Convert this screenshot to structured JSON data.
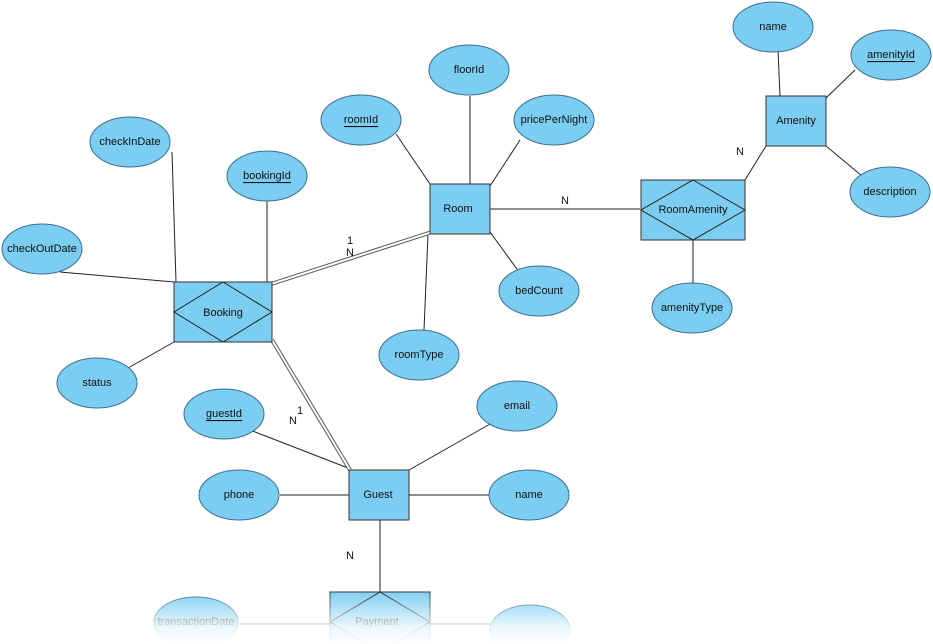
{
  "colors": {
    "fill": "#7ccdf2",
    "stroke": "#333333",
    "background": "#ffffff"
  },
  "entities": {
    "room": "Room",
    "amenity": "Amenity",
    "guest": "Guest"
  },
  "relationships": {
    "booking": "Booking",
    "room_amenity": "RoomAmenity",
    "payment": "Payment"
  },
  "attributes": {
    "room": {
      "room_id": "roomId",
      "floor_id": "floorId",
      "price_per_night": "pricePerNight",
      "bed_count": "bedCount",
      "room_type": "roomType"
    },
    "amenity": {
      "name": "name",
      "amenity_id": "amenityId",
      "description": "description"
    },
    "room_amenity": {
      "amenity_type": "amenityType"
    },
    "booking": {
      "check_in_date": "checkInDate",
      "booking_id": "bookingId",
      "check_out_date": "checkOutDate",
      "status": "status"
    },
    "guest": {
      "guest_id": "guestId",
      "email": "email",
      "phone": "phone",
      "name": "name"
    },
    "payment": {
      "transaction_date": "transactionDate"
    }
  },
  "cardinalities": {
    "room_roomamenity": "N",
    "amenity_roomamenity": "N",
    "booking_room_1": "1",
    "booking_room_n": "N",
    "booking_guest_n": "N",
    "booking_guest_1": "1",
    "guest_payment": "N"
  }
}
